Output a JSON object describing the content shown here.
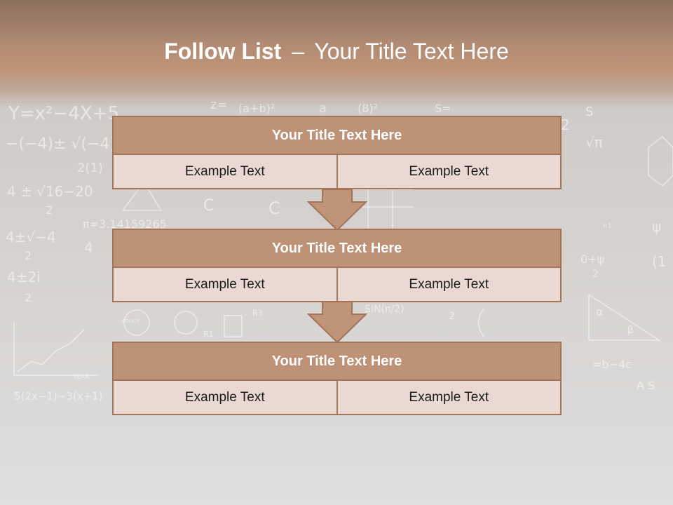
{
  "title": {
    "bold": "Follow List",
    "dash": "–",
    "rest": "Your Title Text Here"
  },
  "blocks": [
    {
      "heading": "Your Title Text Here",
      "cells": [
        "Example Text",
        "Example Text"
      ]
    },
    {
      "heading": "Your Title Text Here",
      "cells": [
        "Example Text",
        "Example Text"
      ]
    },
    {
      "heading": "Your Title Text Here",
      "cells": [
        "Example Text",
        "Example Text"
      ]
    }
  ],
  "colors": {
    "header_band": "#b08a72",
    "block_head": "#be9276",
    "block_border": "#a3735a",
    "block_cell": "#ead9d3",
    "arrow": "#c09477"
  }
}
